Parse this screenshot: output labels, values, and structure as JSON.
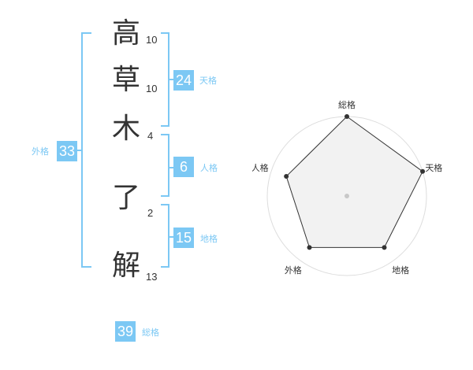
{
  "name": {
    "chars": [
      {
        "char": "高",
        "strokes": "10"
      },
      {
        "char": "草",
        "strokes": "10"
      },
      {
        "char": "木",
        "strokes": "4"
      },
      {
        "char": "了",
        "strokes": "2"
      },
      {
        "char": "解",
        "strokes": "13"
      }
    ]
  },
  "fortune": {
    "tenkaku": {
      "value": "24",
      "label": "天格"
    },
    "jinkaku": {
      "value": "6",
      "label": "人格"
    },
    "chikaku": {
      "value": "15",
      "label": "地格"
    },
    "gaikaku": {
      "value": "33",
      "label": "外格"
    },
    "soukaku": {
      "value": "39",
      "label": "総格"
    }
  },
  "chart_data": {
    "type": "radar",
    "axes": [
      "総格",
      "天格",
      "地格",
      "外格",
      "人格"
    ],
    "values": [
      5,
      5,
      4,
      4,
      4
    ],
    "max": 5,
    "rings": 4,
    "colors": {
      "line": "#333333",
      "fill": "#f0f0f0",
      "ring": "#dddddd",
      "point": "#333333",
      "center": "#c8c8c8"
    }
  },
  "colors": {
    "accent": "#7cc8f4"
  }
}
